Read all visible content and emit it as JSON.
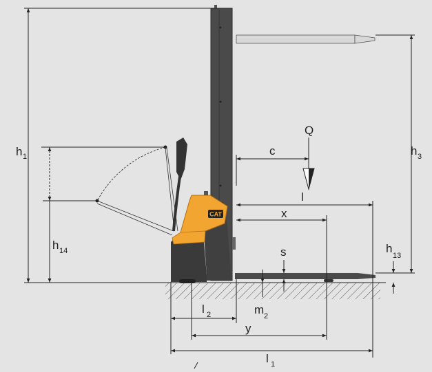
{
  "diagram": {
    "labels": {
      "h1": {
        "main": "h",
        "sub": "1"
      },
      "h3": {
        "main": "h",
        "sub": "3"
      },
      "h13": {
        "main": "h",
        "sub": "13"
      },
      "h14": {
        "main": "h",
        "sub": "14"
      },
      "Q": {
        "main": "Q",
        "sub": ""
      },
      "c": {
        "main": "c",
        "sub": ""
      },
      "l": {
        "main": "l",
        "sub": ""
      },
      "x": {
        "main": "x",
        "sub": ""
      },
      "s": {
        "main": "s",
        "sub": ""
      },
      "m2": {
        "main": "m",
        "sub": "2"
      },
      "l2": {
        "main": "l",
        "sub": "2"
      },
      "y": {
        "main": "y",
        "sub": ""
      },
      "l1": {
        "main": "l",
        "sub": "1"
      }
    },
    "logo_text": "CAT",
    "colors": {
      "background": "#e4e4e4",
      "mast": "#4a4a4a",
      "body": "#3a3a3a",
      "accent": "#f2a531",
      "line": "#222222"
    }
  }
}
